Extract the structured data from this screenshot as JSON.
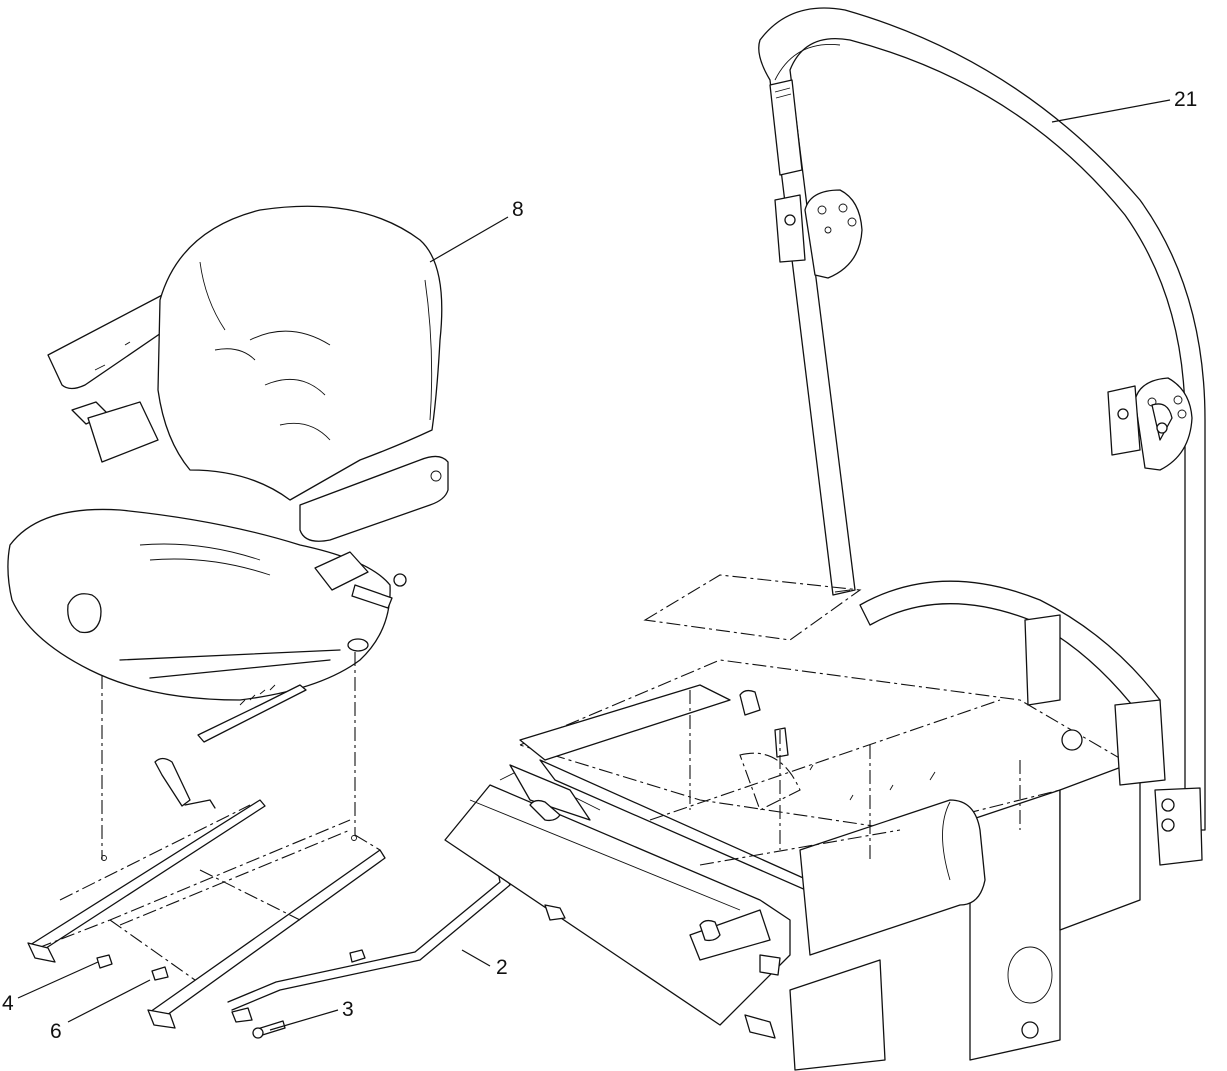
{
  "callouts": [
    {
      "id": "2",
      "label": "2"
    },
    {
      "id": "3",
      "label": "3"
    },
    {
      "id": "4",
      "label": "4"
    },
    {
      "id": "6",
      "label": "6"
    },
    {
      "id": "8",
      "label": "8"
    },
    {
      "id": "21",
      "label": "21"
    }
  ]
}
